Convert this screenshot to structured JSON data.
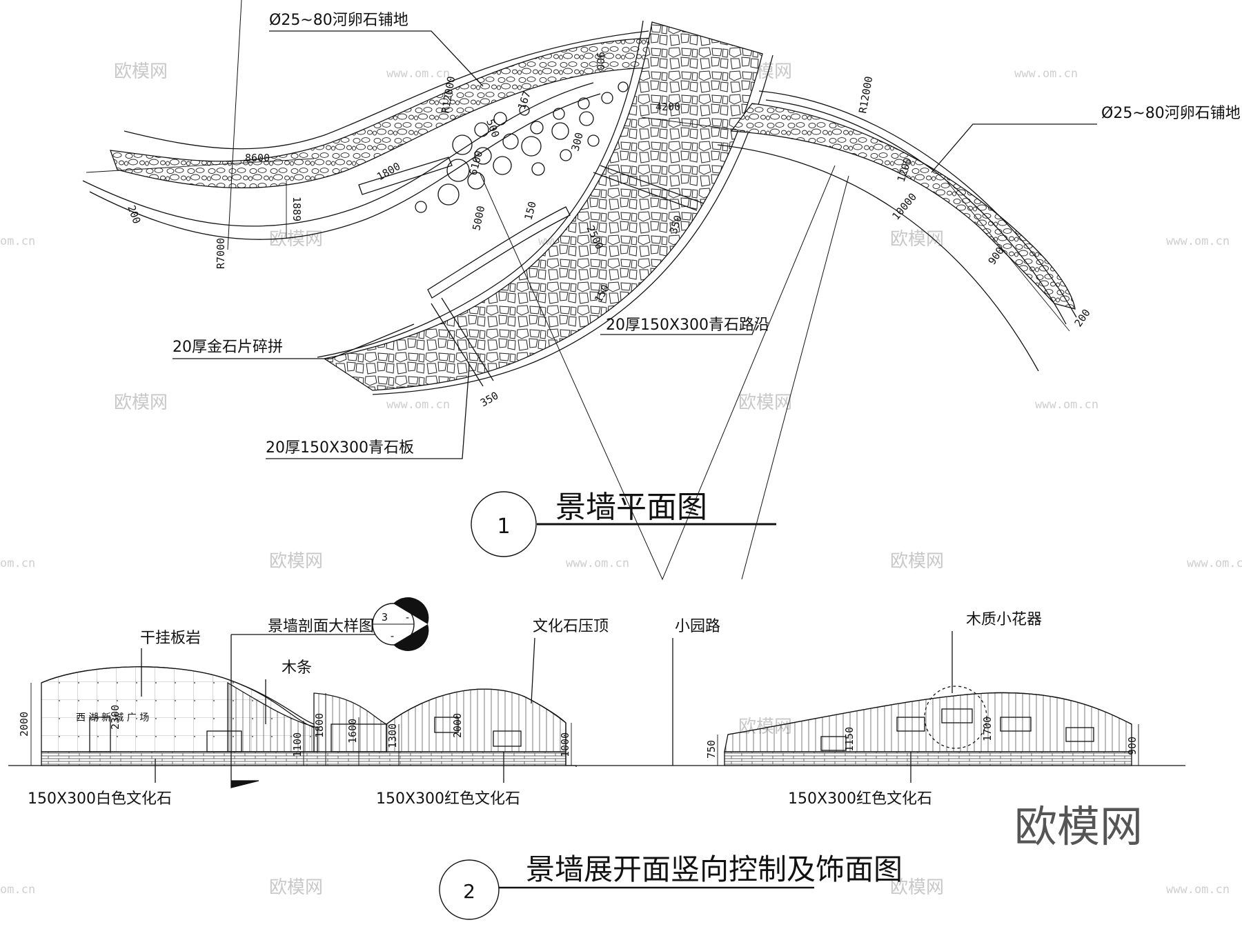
{
  "plan": {
    "title": "景墙平面图",
    "number": "1",
    "labels": {
      "pebble_top": "Ø25~80河卵石铺地",
      "pebble_right": "Ø25~80河卵石铺地",
      "curb": "20厚150X300青石路沿",
      "gold_stone": "20厚金石片碎拼",
      "bluestone_slab": "20厚150X300青石板"
    },
    "dims": {
      "r7000": "R7000",
      "r12000_a": "R12000",
      "r12000_b": "R12000",
      "d8600": "8600",
      "d1889": "1889",
      "d200_left": "200",
      "d1800": "1800",
      "d900_top": "900",
      "d167": "167",
      "d500": "500",
      "d6100": "6100",
      "d5000": "5000",
      "d300": "300",
      "d4200": "4200",
      "d150_a": "150",
      "d2500": "2500",
      "d350_a": "350",
      "d150_b": "150",
      "d350_b": "350",
      "d1200": "1200",
      "d10000": "10000",
      "d900_right": "900",
      "d200_right": "200"
    }
  },
  "elevation": {
    "title": "景墙展开面竖向控制及饰面图",
    "number": "2",
    "section_marker": {
      "top": "3",
      "bottom": "-",
      "right": "-"
    },
    "labels": {
      "dry_hang": "干挂板岩",
      "section_detail": "景墙剖面大样图",
      "wood_strip": "木条",
      "culture_stone_top": "文化石压顶",
      "small_path": "小园路",
      "wood_planter": "木质小花器",
      "white_stone": "150X300白色文化石",
      "red_stone_a": "150X300红色文化石",
      "red_stone_b": "150X300红色文化石"
    },
    "dims": {
      "h2000": "2000",
      "h2300": "2300",
      "h1100": "1100",
      "h1800": "1800",
      "h1600": "1600",
      "h1300": "1300",
      "h2000_b": "2000",
      "h1000": "1000",
      "h750": "750",
      "h1150": "1150",
      "h1700": "1700",
      "h900": "900"
    },
    "wall_text": "西 湖 新 城 广 场"
  },
  "watermark": {
    "brand_large": "欧模网",
    "brand_small": "欧模网",
    "url": "www.om.cn",
    "url_short": "om.cn"
  }
}
